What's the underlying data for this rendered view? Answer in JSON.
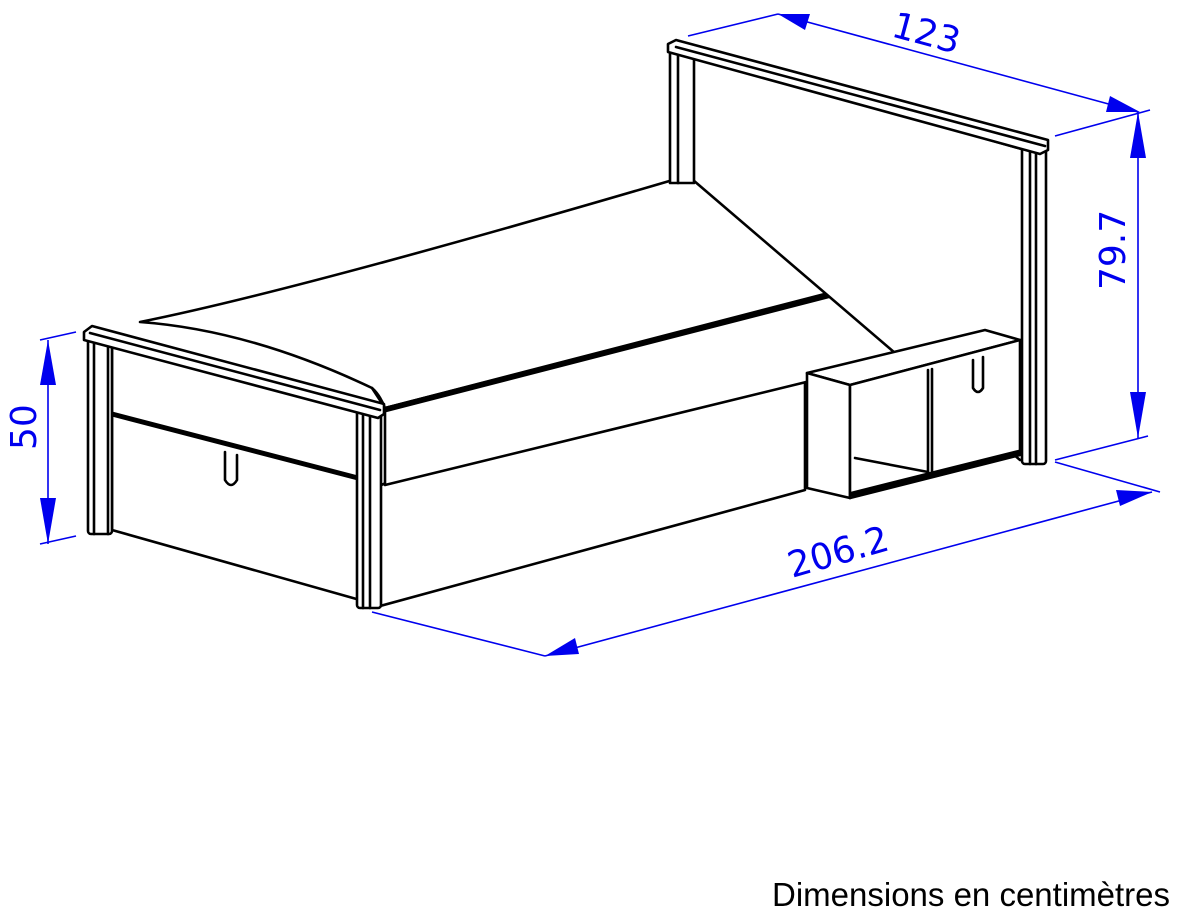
{
  "drawing": {
    "subject": "single bed with headboard, footboard, under-bed storage drawer and bedside storage unit",
    "units": "cm",
    "dimension_color": "#0000ee",
    "line_color": "#000000",
    "dimensions": {
      "width": {
        "label": "123"
      },
      "headboard_height": {
        "label": "79.7"
      },
      "footboard_height": {
        "label": "50"
      },
      "length": {
        "label": "206.2"
      }
    }
  },
  "caption": "Dimensions en centimètres"
}
